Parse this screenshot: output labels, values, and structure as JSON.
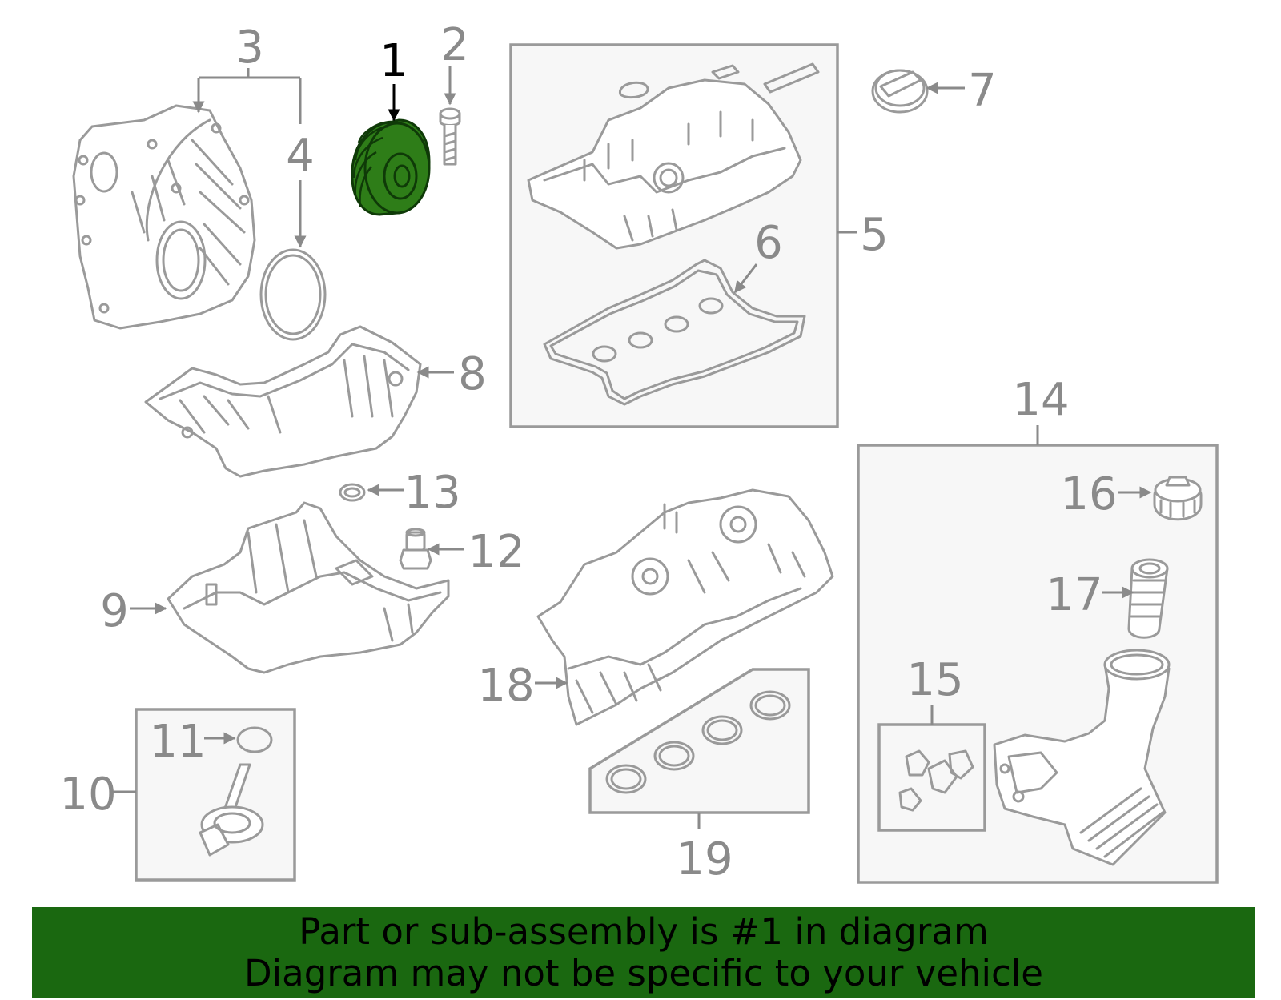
{
  "callouts": {
    "c1": "1",
    "c2": "2",
    "c3": "3",
    "c4": "4",
    "c5": "5",
    "c6": "6",
    "c7": "7",
    "c8": "8",
    "c9": "9",
    "c10": "10",
    "c11": "11",
    "c12": "12",
    "c13": "13",
    "c14": "14",
    "c15": "15",
    "c16": "16",
    "c17": "17",
    "c18": "18",
    "c19": "19"
  },
  "highlight": {
    "part_number": "1",
    "color": "#2e7d18"
  },
  "colors": {
    "banner": "#1a6810",
    "outline": "#9a9a9a",
    "box_fill": "#f7f7f7"
  },
  "banner": {
    "line1": "Part or sub-assembly is #1 in diagram",
    "line2": "Diagram may not be specific to your vehicle"
  }
}
